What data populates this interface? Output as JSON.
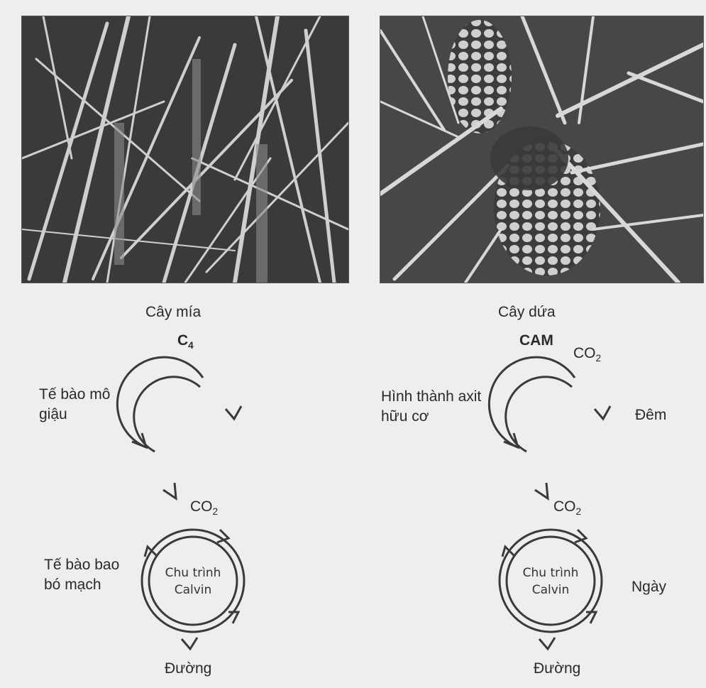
{
  "panels": {
    "left": {
      "plant": "Cây mía",
      "pathway_main": "C",
      "pathway_sub": "4",
      "upper_cell": "Tế bào mô giậu",
      "co2": "CO",
      "co2_sub": "2",
      "lower_cell": "Tế bào bao bó mạch",
      "cycle_line1": "Chu trình",
      "cycle_line2": "Calvin",
      "product": "Đường"
    },
    "right": {
      "plant": "Cây dứa",
      "pathway": "CAM",
      "co2_in": "CO",
      "co2_in_sub": "2",
      "upper_process": "Hình thành axit hữu cơ",
      "night": "Đêm",
      "co2": "CO",
      "co2_sub": "2",
      "day": "Ngày",
      "cycle_line1": "Chu trình",
      "cycle_line2": "Calvin",
      "product": "Đường"
    }
  },
  "colors": {
    "page": "#eeeeec",
    "ring": "#3a3a3a",
    "photo_dark": "#2b2b2b",
    "photo_light": "#cfcfcf"
  }
}
